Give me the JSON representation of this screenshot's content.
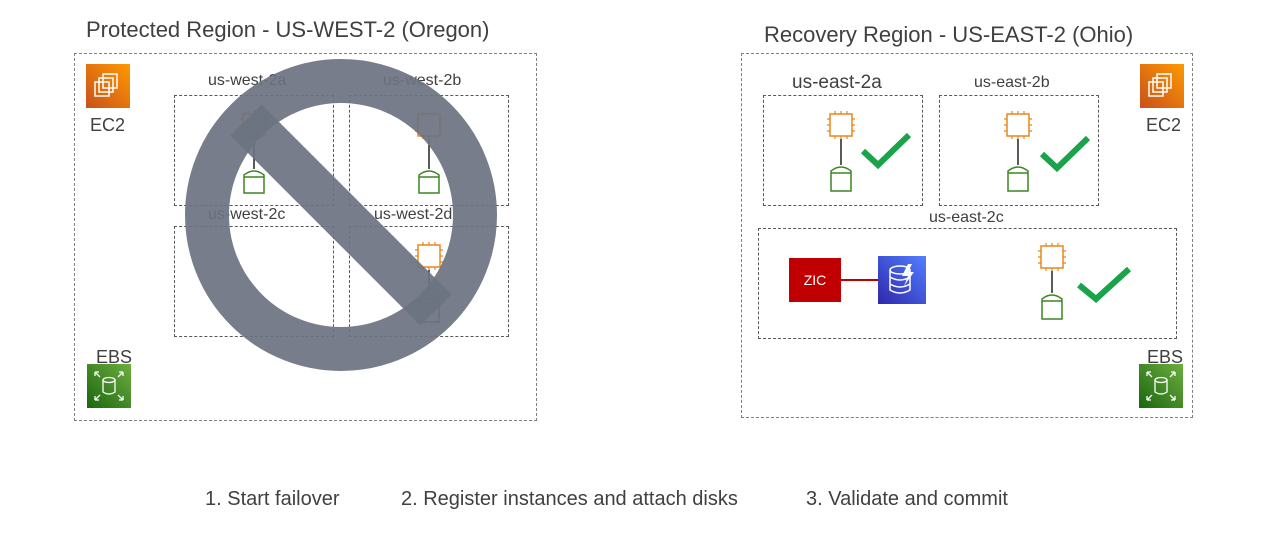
{
  "protected_region": {
    "title": "Protected Region - US-WEST-2 (Oregon)",
    "zones": [
      "us-west-2a",
      "us-west-2b",
      "us-west-2c",
      "us-west-2d"
    ],
    "services": {
      "ec2": "EC2",
      "ebs": "EBS"
    },
    "status": "unavailable"
  },
  "recovery_region": {
    "title": "Recovery Region - US-EAST-2 (Ohio)",
    "zones": [
      "us-east-2a",
      "us-east-2b",
      "us-east-2c"
    ],
    "services": {
      "ec2": "EC2",
      "ebs": "EBS"
    },
    "zic_label": "ZIC"
  },
  "steps": [
    "1. Start failover",
    "2. Register instances and attach disks",
    "3. Validate and commit"
  ],
  "colors": {
    "ec2_orange": "#e8871e",
    "ebs_green": "#3f8624",
    "check_green": "#1aa34a",
    "zic_red": "#c00000",
    "db_blue": "#3b48cc",
    "prohibit_gray": "#6b7280"
  },
  "icons": [
    "ec2-service-icon",
    "ebs-service-icon",
    "chip-icon",
    "volume-icon",
    "checkmark-icon",
    "database-icon",
    "prohibited-icon"
  ]
}
